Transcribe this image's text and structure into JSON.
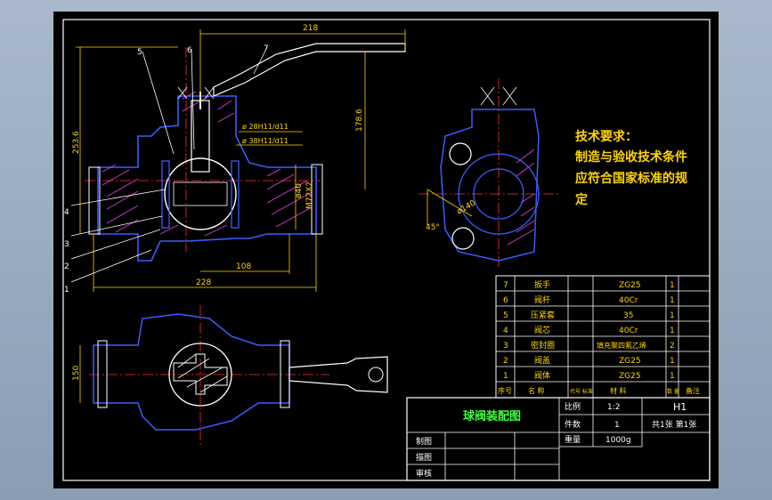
{
  "drawing": {
    "dims": {
      "d218": "218",
      "d253": "253.6",
      "d178": "178.6",
      "d108": "108",
      "d228": "228",
      "d150": "150",
      "d40": "ø40",
      "m72": "M72X2",
      "d140": "ø140",
      "a45": "45°",
      "fit1": "ø 28H11/d11",
      "fit2": "ø 38H11/d11"
    },
    "balloons": [
      "1",
      "2",
      "3",
      "4",
      "5",
      "6",
      "7"
    ]
  },
  "requirements": {
    "title": "技术要求：",
    "lines": [
      "制造与验收技术条件",
      "应符合国家标准的规",
      "定"
    ]
  },
  "bom": {
    "rows": [
      {
        "no": "7",
        "name": "扳手",
        "material": "ZG25",
        "qty": "1"
      },
      {
        "no": "6",
        "name": "阀杆",
        "material": "40Cr",
        "qty": "1"
      },
      {
        "no": "5",
        "name": "压紧套",
        "material": "35",
        "qty": "1"
      },
      {
        "no": "4",
        "name": "阀芯",
        "material": "40Cr",
        "qty": "1"
      },
      {
        "no": "3",
        "name": "密封圈",
        "material": "填充聚四氟乙烯",
        "qty": "2"
      },
      {
        "no": "2",
        "name": "阀盖",
        "material": "ZG25",
        "qty": "1"
      },
      {
        "no": "1",
        "name": "阀体",
        "material": "ZG25",
        "qty": "1"
      }
    ],
    "header": {
      "no": "序号",
      "name": "名    称",
      "code": "代号 标准",
      "material": "材    料",
      "qty": "数 量",
      "note": "备注"
    }
  },
  "title_block": {
    "drawing_title": "球阀装配图",
    "scale_label": "比例",
    "scale_value": "1:2",
    "count_label": "件数",
    "count_value": "1",
    "weight_label": "重量",
    "weight_value": "1000g",
    "sheet_code": "H1",
    "sheets": "共1张  第1张",
    "drawn": "制图",
    "traced": "描图",
    "checked": "审核"
  }
}
